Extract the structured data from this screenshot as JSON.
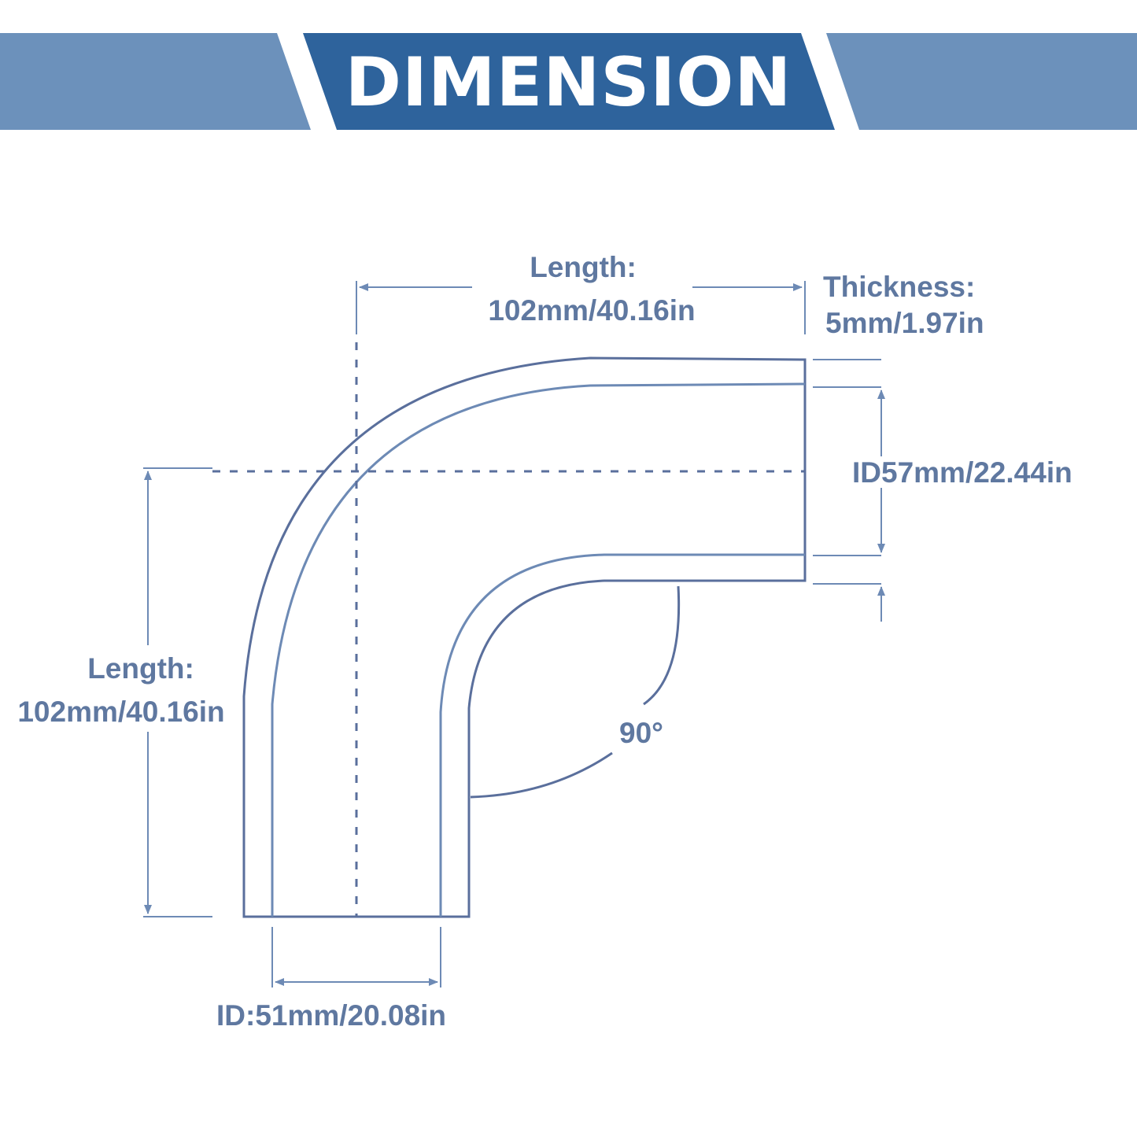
{
  "header": {
    "title": "DIMENSION"
  },
  "labels": {
    "top_length_title": "Length:",
    "top_length_value": "102mm/40.16in",
    "thickness_title": "Thickness:",
    "thickness_value": "5mm/1.97in",
    "right_id": "ID57mm/22.44in",
    "left_length_title": "Length:",
    "left_length_value": "102mm/40.16in",
    "angle": "90°",
    "bottom_id": "ID:51mm/20.08in"
  },
  "colors": {
    "banner_side": "#6c91bb",
    "banner_center": "#2e639c",
    "outline": "#5a6f9c",
    "inner_line": "#6d8ab5",
    "text": "#5f78a0"
  }
}
